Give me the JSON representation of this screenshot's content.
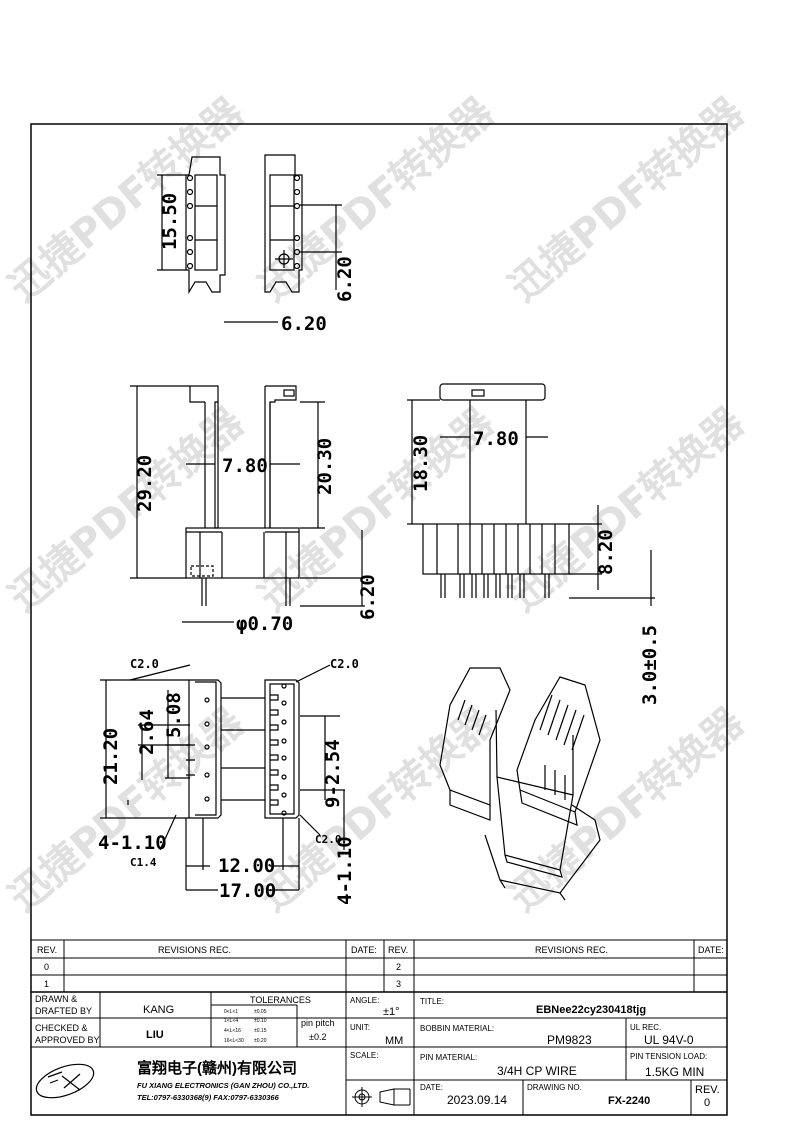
{
  "watermark": {
    "text": "迅捷PDF转换器"
  },
  "dimensions": {
    "top_height": "15.50",
    "top_pin_span": "6.20",
    "top_width": "6.20",
    "front_height": "29.20",
    "front_core": "7.80",
    "front_winding": "20.30",
    "front_pin_len": "6.20",
    "front_pin_dia": "φ0.70",
    "side_height": "18.30",
    "side_core": "7.80",
    "side_base": "8.20",
    "side_pin_len": "3.0±0.5",
    "bottom_chamfer_left": "C2.0",
    "bottom_chamfer_right": "C2.0",
    "bottom_height": "21.20",
    "bottom_pitch_a": "2.64",
    "bottom_pitch_b": "5.08",
    "bottom_pitch_c": "9-2.54",
    "bottom_slot_count": "4-1.10",
    "bottom_c14": "C1.4",
    "bottom_c20b": "C2.0",
    "bottom_inner": "12.00",
    "bottom_outer": "17.00",
    "bottom_pin_count": "4-1.10"
  },
  "revisions": {
    "rev_header": "REV.",
    "rec_header": "REVISIONS   REC.",
    "date_header": "DATE:",
    "rows_left": [
      "0",
      "1"
    ],
    "rows_right": [
      "2",
      "3"
    ]
  },
  "titleblock": {
    "drawn_label": "DRAWN &\nDRAFTED BY",
    "drawn_value": "KANG",
    "checked_label": "CHECKED &\nAPPROVED BY",
    "checked_value": "LIU",
    "tolerances_label": "TOLERANCES",
    "tol_rows": [
      [
        "0<L<1",
        "±0.05"
      ],
      [
        "1<L<4",
        "±0.10"
      ],
      [
        "4<L<16",
        "±0.15"
      ],
      [
        "16<L<30",
        "±0.20"
      ]
    ],
    "pin_pitch_label": "pin pitch",
    "pin_pitch_value": "±0.2",
    "angle_label": "ANGLE:",
    "angle_value": "±1°",
    "unit_label": "UNIT:",
    "unit_value": "MM",
    "scale_label": "SCALE:",
    "title_label": "TITLE:",
    "title_value": "EBNee22cy230418tjg",
    "bobbin_label": "BOBBIN MATERIAL:",
    "bobbin_value": "PM9823",
    "ul_label": "UL REC.",
    "ul_value": "UL 94V-0",
    "pin_material_label": "PIN MATERIAL:",
    "pin_material_value": "3/4H CP WIRE",
    "pin_tension_label": "PIN TENSION LOAD:",
    "pin_tension_value": "1.5KG MIN",
    "date_label": "DATE:",
    "date_value": "2023.09.14",
    "drawing_no_label": "DRAWING NO.",
    "drawing_no_value": "FX-2240",
    "rev_label": "REV.",
    "rev_value": "0",
    "company_cn": "富翔电子(赣州)有限公司",
    "company_en": "FU XIANG ELECTRONICS (GAN ZHOU) CO.,LTD.",
    "company_tel": "TEL:0797-6330368(9)   FAX:0797-6330366"
  }
}
